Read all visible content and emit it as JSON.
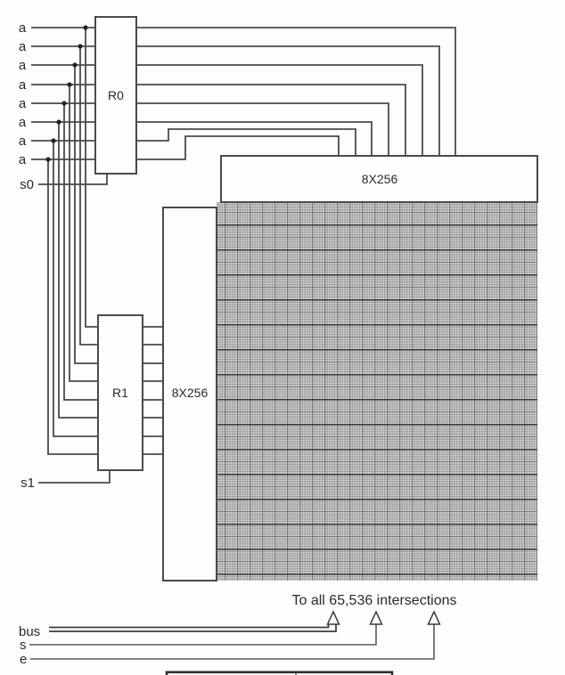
{
  "diagram": {
    "registers": {
      "r0": "R0",
      "r1": "R1"
    },
    "decoders": {
      "row": "8X256",
      "column": "8X256"
    },
    "address_inputs": [
      "a",
      "a",
      "a",
      "a",
      "a",
      "a",
      "a",
      "a"
    ],
    "select_inputs": {
      "s0": "s0",
      "s1": "s1"
    },
    "control_inputs": {
      "bus": "bus",
      "s": "s",
      "e": "e"
    },
    "annotations": {
      "intersections": "To all 65,536 intersections"
    },
    "colors": {
      "wire": "#4a4a4a",
      "box_border": "#4a4a4a",
      "box_fill": "#fdfdfd",
      "grid_base": "#dbdbdb",
      "grid_line": "#969696",
      "grid_dark_line": "#1e1e1e",
      "text": "#2b2b2b"
    }
  }
}
